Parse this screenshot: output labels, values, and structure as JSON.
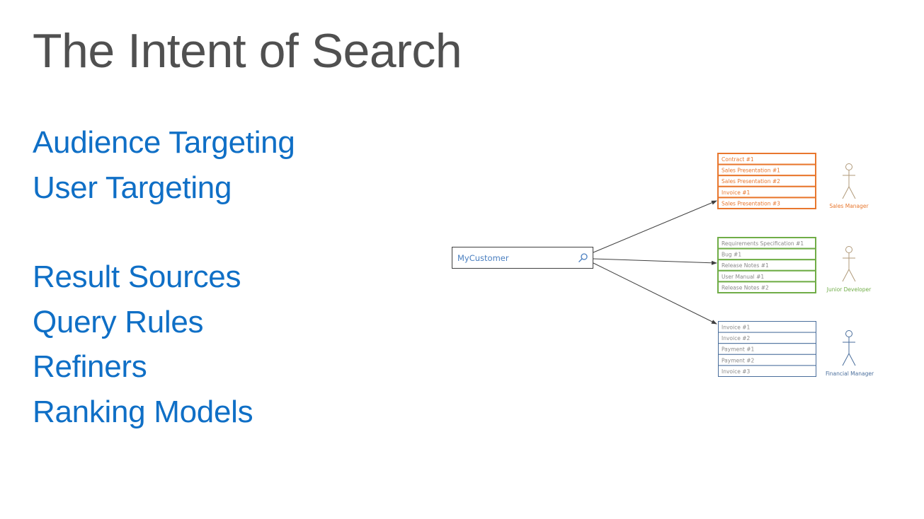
{
  "slide": {
    "title": "The Intent of Search",
    "bullets_top": [
      "Audience Targeting",
      "User Targeting"
    ],
    "bullets_bottom": [
      "Result Sources",
      "Query Rules",
      "Refiners",
      "Ranking Models"
    ]
  },
  "diagram": {
    "search_box": {
      "value": "MyCustomer",
      "icon": "search-icon"
    },
    "groups": [
      {
        "persona": "Sales Manager",
        "color": "#e8772e",
        "items": [
          "Contract #1",
          "Sales Presentation #1",
          "Sales Presentation #2",
          "Invoice #1",
          "Sales Presentation #3"
        ]
      },
      {
        "persona": "Junior Developer",
        "color": "#70ad47",
        "items": [
          "Requirements Specification #1",
          "Bug #1",
          "Release Notes #1",
          "User Manual #1",
          "Release Notes #2"
        ]
      },
      {
        "persona": "Financial Manager",
        "color": "#4a6e9c",
        "items": [
          "Invoice #1",
          "Invoice #2",
          "Payment #1",
          "Payment #2",
          "Invoice #3"
        ]
      }
    ],
    "colors": {
      "arrow": "#404040",
      "search_text": "#4a7fc0",
      "persona_stroke": "#b09a7a"
    }
  }
}
